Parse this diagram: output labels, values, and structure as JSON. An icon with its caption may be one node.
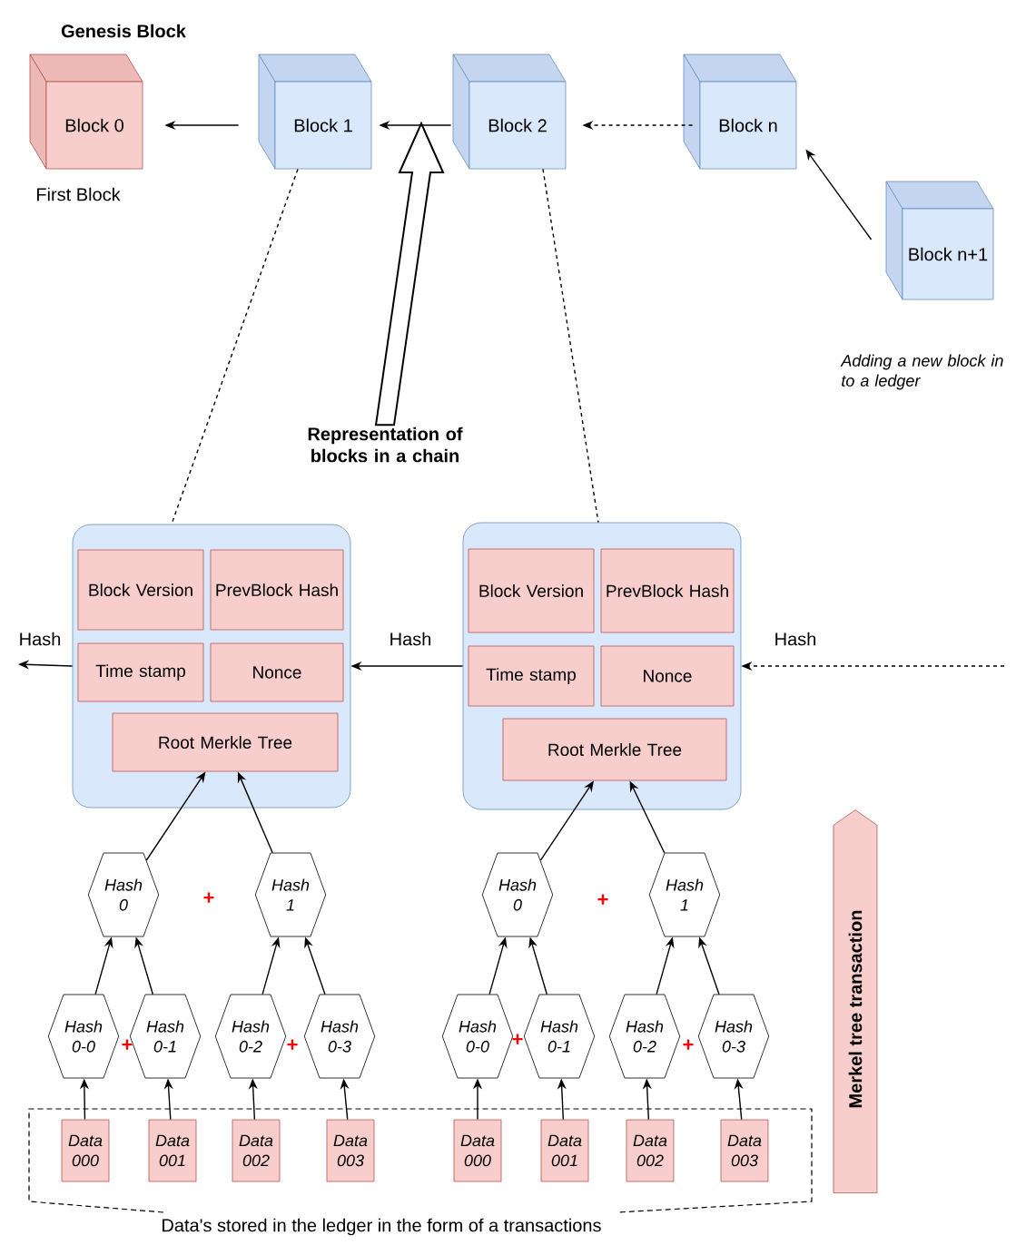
{
  "diagram": {
    "nodes": [
      {
        "text": [
          "Block 0"
        ],
        "beside": [
          "Genesis Block",
          "First Block"
        ]
      },
      {
        "text": [
          "Block 1"
        ]
      },
      {
        "text": [
          "Block 2"
        ]
      },
      {
        "text": [
          "Block n"
        ]
      },
      {
        "text": [
          "Block n+1"
        ],
        "beside": [
          "Adding a new block in to a ledger"
        ]
      },
      {
        "text": [
          "Representation of blocks in a chain"
        ]
      },
      {
        "text": [],
        "shape": "box"
      },
      {
        "text": [
          "Block Version"
        ],
        "in": 6
      },
      {
        "text": [
          "PrevBlock Hash"
        ],
        "in": 6
      },
      {
        "text": [
          "Time stamp"
        ],
        "in": 6
      },
      {
        "text": [
          "Nonce"
        ],
        "in": 6
      },
      {
        "text": [
          "Root Merkle Tree"
        ],
        "in": 6
      },
      {
        "text": [],
        "shape": "box"
      },
      {
        "text": [
          "Block Version"
        ],
        "in": 12
      },
      {
        "text": [
          "PrevBlock Hash"
        ],
        "in": 12
      },
      {
        "text": [
          "Time stamp"
        ],
        "in": 12
      },
      {
        "text": [
          "Nonce"
        ],
        "in": 12
      },
      {
        "text": [
          "Root Merkle Tree"
        ],
        "in": 12
      },
      {
        "text": [
          "Hash 0"
        ]
      },
      {
        "text": [
          "Hash 1"
        ]
      },
      {
        "text": [
          "Hash 0-0"
        ]
      },
      {
        "text": [
          "Hash 0-1"
        ]
      },
      {
        "text": [
          "Hash 0-2"
        ]
      },
      {
        "text": [
          "Hash 0-3"
        ]
      },
      {
        "text": [
          "Data 000"
        ]
      },
      {
        "text": [
          "Data 001"
        ]
      },
      {
        "text": [
          "Data 002"
        ]
      },
      {
        "text": [
          "Data 003"
        ]
      },
      {
        "text": [
          "Hash 0"
        ]
      },
      {
        "text": [
          "Hash 1"
        ]
      },
      {
        "text": [
          "Hash 0-0"
        ]
      },
      {
        "text": [
          "Hash 0-1"
        ]
      },
      {
        "text": [
          "Hash 0-2"
        ]
      },
      {
        "text": [
          "Hash 0-3"
        ]
      },
      {
        "text": [
          "Data 000"
        ]
      },
      {
        "text": [
          "Data 001"
        ]
      },
      {
        "text": [
          "Data 002"
        ]
      },
      {
        "text": [
          "Data 003"
        ]
      },
      {
        "text": [
          "Merkel tree transaction"
        ]
      }
    ],
    "edges": [
      {
        "from": 1,
        "to": 0,
        "arrow": "to"
      },
      {
        "from": 2,
        "to": 1,
        "arrow": "to"
      },
      {
        "from": 3,
        "to": 2,
        "arrow": "to",
        "style": "dashed"
      },
      {
        "from": 4,
        "to": 3,
        "arrow": "to"
      },
      {
        "from": 5,
        "to": null,
        "arrow": "to",
        "style": "thick"
      },
      {
        "from": 1,
        "to": 6,
        "arrow": "none",
        "style": "dashed"
      },
      {
        "from": 2,
        "to": 12,
        "arrow": "none",
        "style": "dashed"
      },
      {
        "from": 6,
        "to": null,
        "arrow": "to",
        "label": "Hash"
      },
      {
        "from": 12,
        "to": 6,
        "arrow": "to",
        "label": "Hash"
      },
      {
        "from": null,
        "to": 12,
        "arrow": "to",
        "label": "Hash",
        "style": "dashed"
      },
      {
        "from": 18,
        "to": 11,
        "arrow": "to"
      },
      {
        "from": 19,
        "to": 11,
        "arrow": "to"
      },
      {
        "from": 20,
        "to": 18,
        "arrow": "to"
      },
      {
        "from": 21,
        "to": 18,
        "arrow": "to"
      },
      {
        "from": 22,
        "to": 19,
        "arrow": "to"
      },
      {
        "from": 23,
        "to": 19,
        "arrow": "to"
      },
      {
        "from": 24,
        "to": 20,
        "arrow": "to"
      },
      {
        "from": 25,
        "to": 21,
        "arrow": "to"
      },
      {
        "from": 26,
        "to": 22,
        "arrow": "to"
      },
      {
        "from": 27,
        "to": 23,
        "arrow": "to"
      },
      {
        "from": 28,
        "to": 17,
        "arrow": "to"
      },
      {
        "from": 29,
        "to": 17,
        "arrow": "to"
      },
      {
        "from": 30,
        "to": 28,
        "arrow": "to"
      },
      {
        "from": 31,
        "to": 28,
        "arrow": "to"
      },
      {
        "from": 32,
        "to": 29,
        "arrow": "to"
      },
      {
        "from": 33,
        "to": 29,
        "arrow": "to"
      },
      {
        "from": 34,
        "to": 30,
        "arrow": "to"
      },
      {
        "from": 35,
        "to": 31,
        "arrow": "to"
      },
      {
        "from": 36,
        "to": 32,
        "arrow": "to"
      },
      {
        "from": 37,
        "to": 33,
        "arrow": "to"
      }
    ],
    "labels": [
      "+",
      "+",
      "+",
      "+",
      "+",
      "+",
      "Data's stored in the ledger in the form of a transactions"
    ]
  }
}
